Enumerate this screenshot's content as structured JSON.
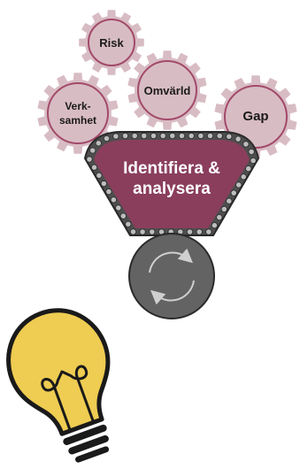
{
  "gears": {
    "risk": {
      "label": "Risk"
    },
    "verksamhet": {
      "line1": "Verk-",
      "line2": "samhet"
    },
    "omvarld": {
      "label": "Omvärld"
    },
    "gap": {
      "label": "Gap"
    }
  },
  "funnel": {
    "line1": "Identifiera &",
    "line2": "analysera"
  },
  "colors": {
    "gear_fill": "#d8bcc4",
    "gear_stroke": "#a24a6a",
    "funnel_fill": "#8a3e5c",
    "chain": "#4e4e4e",
    "wheel": "#636363",
    "bulb": "#efcc52",
    "outline": "#1a1a1a"
  },
  "icons": [
    "gear-icon",
    "chain-icon",
    "refresh-icon",
    "lightbulb-icon"
  ]
}
